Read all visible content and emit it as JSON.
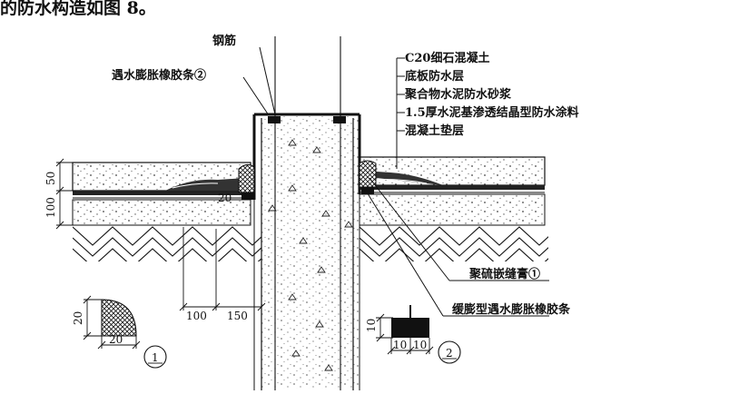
{
  "caption_text": "的防水构造如图 8。",
  "labels": {
    "rebar": "钢筋",
    "water_swelling_strip_top": "遇水膨胀橡胶条②",
    "c20_concrete": "C20细石混凝土",
    "floor_waterproof": "底板防水层",
    "polymer_mortar": "聚合物水泥防水砂浆",
    "crystalline_coating": "1.5厚水泥基渗透结晶型防水涂料",
    "concrete_cushion": "混凝土垫层",
    "polysulfide_sealant": "聚硫嵌缝膏①",
    "slow_swelling_strip": "缓膨型遇水膨胀橡胶条"
  },
  "dimensions": {
    "d50": "50",
    "d100_left": "100",
    "d20_gap": "20",
    "d100_bottom": "100",
    "d150": "150",
    "detail1_h": "20",
    "detail1_w": "20",
    "detail2_h": "10",
    "detail2_w1": "10",
    "detail2_w2": "10"
  },
  "detail_markers": {
    "detail1": "1",
    "detail2": "2"
  }
}
